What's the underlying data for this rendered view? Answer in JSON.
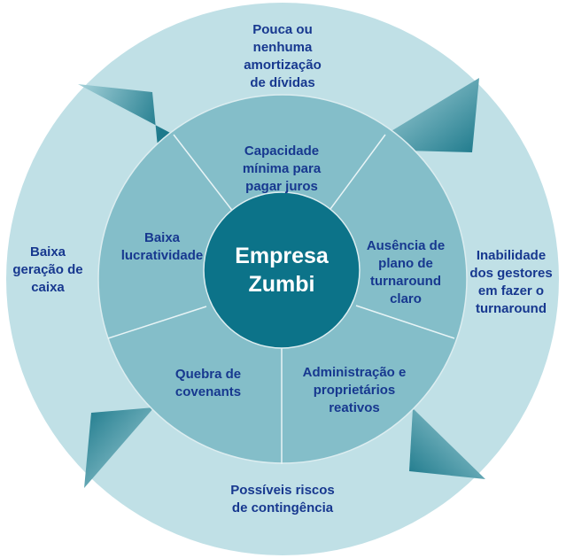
{
  "title": "Empresa Zumbi",
  "colors": {
    "outer_ring": "#c0e0e6",
    "middle_ring": "#84bec9",
    "core": "#0c7389",
    "divider": "#e8f4f6",
    "text": "#17388f",
    "core_text": "#ffffff",
    "arrow_dark": "#1e7a8c",
    "arrow_light": "#9ccdd6"
  },
  "core": {
    "label": "Empresa\nZumbi"
  },
  "inner_segments": [
    {
      "id": "capacidade",
      "label": "Capacidade\nmínima para\npagar juros"
    },
    {
      "id": "ausencia",
      "label": "Ausência de\nplano de\nturnaround\nclaro"
    },
    {
      "id": "administracao",
      "label": "Administração e\nproprietários\nreativos"
    },
    {
      "id": "quebra",
      "label": "Quebra de\ncovenants"
    },
    {
      "id": "lucratividade",
      "label": "Baixa\nlucratividade"
    }
  ],
  "outer_labels": [
    {
      "id": "amortizacao",
      "label": "Pouca ou\nnenhuma\namortização\nde dívidas"
    },
    {
      "id": "inabilidade",
      "label": "Inabilidade\ndos gestores\nem fazer o\nturnaround"
    },
    {
      "id": "riscos",
      "label": "Possíveis riscos\nde contingência"
    },
    {
      "id": "geracao",
      "label": "Baixa\ngeração de\ncaixa"
    }
  ],
  "arrows": [
    {
      "id": "top-left",
      "direction": "clockwise"
    },
    {
      "id": "top-right",
      "direction": "clockwise"
    },
    {
      "id": "bottom-right",
      "direction": "clockwise"
    },
    {
      "id": "bottom-left",
      "direction": "clockwise"
    }
  ]
}
